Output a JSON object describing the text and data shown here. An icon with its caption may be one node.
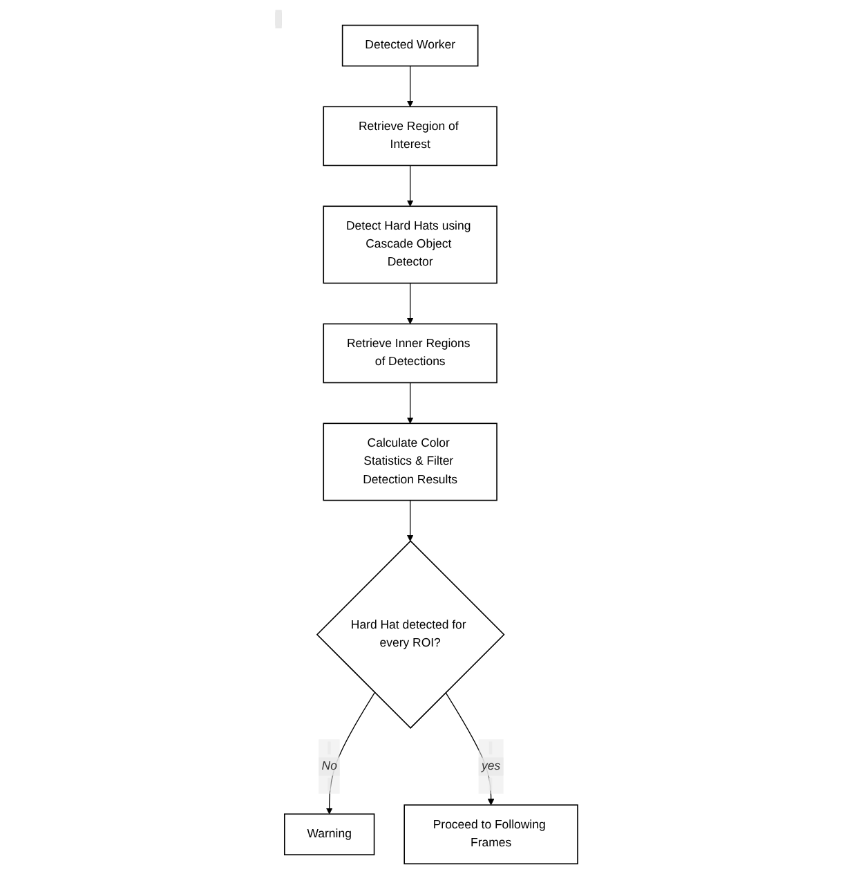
{
  "diagram": {
    "nodes": [
      {
        "text": [
          "Detected Worker"
        ]
      },
      {
        "text": [
          "Retrieve Region of Interest"
        ]
      },
      {
        "text": [
          "Detect Hard Hats using Cascade Object Detector"
        ]
      },
      {
        "text": [
          "Retrieve Inner Regions of Detections"
        ]
      },
      {
        "text": [
          "Calculate Color Statistics & Filter Detection Results"
        ]
      },
      {
        "text": [
          "Hard Hat detected for every ROI?"
        ]
      },
      {
        "text": [
          "Warning"
        ]
      },
      {
        "text": [
          "Proceed to Following Frames"
        ]
      }
    ],
    "edges": [
      {
        "from": 0,
        "to": 1,
        "arrow": "to"
      },
      {
        "from": 1,
        "to": 2,
        "arrow": "to"
      },
      {
        "from": 2,
        "to": 3,
        "arrow": "to"
      },
      {
        "from": 3,
        "to": 4,
        "arrow": "to"
      },
      {
        "from": 4,
        "to": 5,
        "arrow": "to"
      },
      {
        "from": 5,
        "to": 6,
        "label": "No",
        "arrow": "to"
      },
      {
        "from": 5,
        "to": 7,
        "label": "yes",
        "arrow": "to"
      }
    ]
  }
}
